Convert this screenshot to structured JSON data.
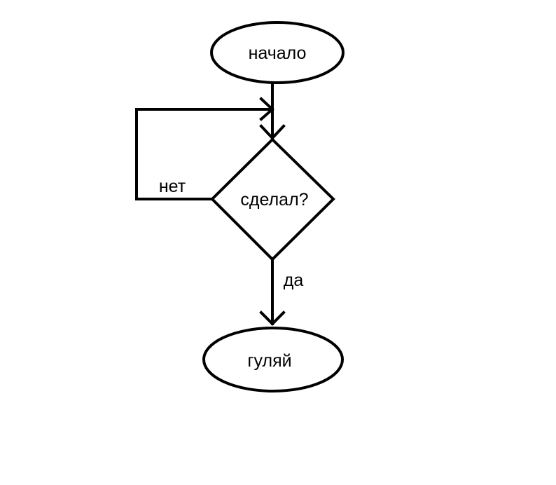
{
  "nodes": {
    "start": {
      "label": "начало"
    },
    "decision": {
      "label": "сделал?"
    },
    "end": {
      "label": "гуляй"
    }
  },
  "edges": {
    "no_label": "нет",
    "yes_label": "да"
  },
  "colors": {
    "stroke": "#000000",
    "background": "#ffffff"
  }
}
